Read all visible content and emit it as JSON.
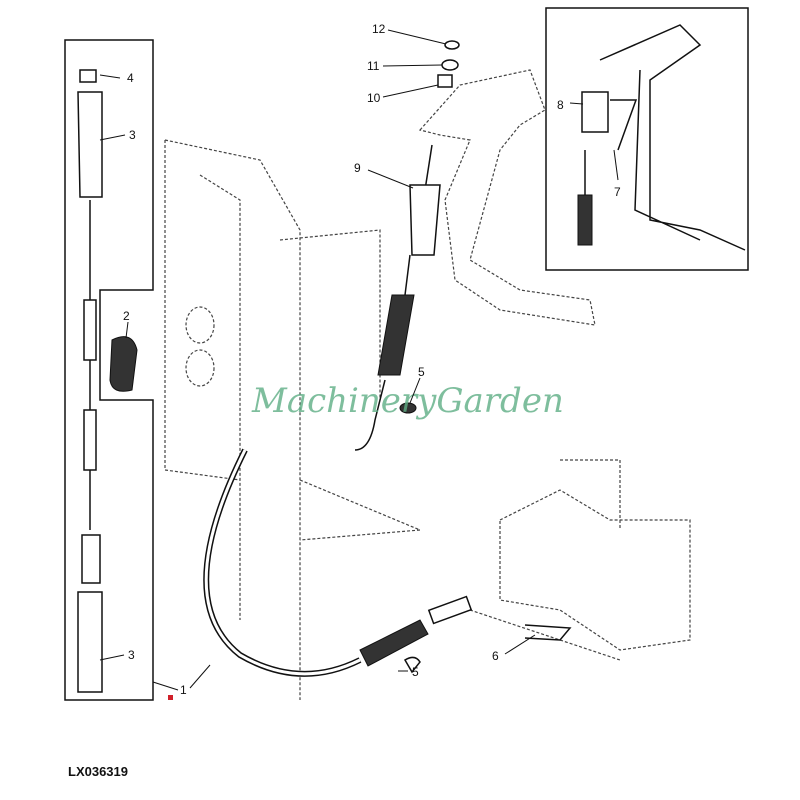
{
  "diagram": {
    "reference_code": "LX036319",
    "watermark": "MachineryGarden",
    "accent_marker_color": "#d0202a",
    "watermark_color": "#5fae85",
    "callouts": {
      "c12": "12",
      "c11": "11",
      "c10": "10",
      "c9": "9",
      "c4": "4",
      "c3_top": "3",
      "c2": "2",
      "c5_top": "5",
      "c8": "8",
      "c7": "7",
      "c3_bottom": "3",
      "c1": "1",
      "c5_bottom": "5",
      "c6": "6"
    }
  }
}
